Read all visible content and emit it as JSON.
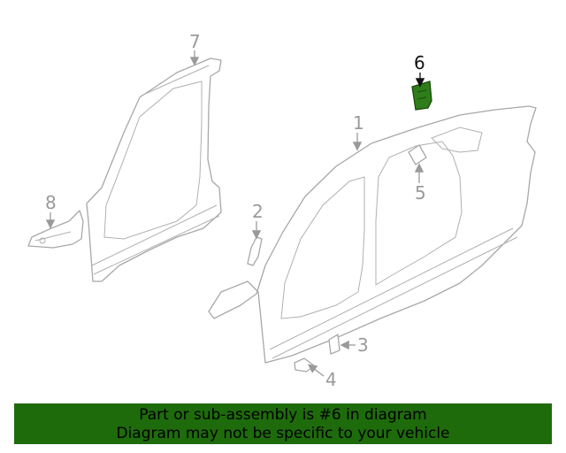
{
  "diagram": {
    "callouts": [
      {
        "num": "1",
        "highlighted": false
      },
      {
        "num": "2",
        "highlighted": false
      },
      {
        "num": "3",
        "highlighted": false
      },
      {
        "num": "4",
        "highlighted": false
      },
      {
        "num": "5",
        "highlighted": false
      },
      {
        "num": "6",
        "highlighted": true
      },
      {
        "num": "7",
        "highlighted": false
      },
      {
        "num": "8",
        "highlighted": false
      }
    ],
    "highlight_color": "#1e6b0c"
  },
  "banner": {
    "line1": "Part or sub-assembly is #6 in diagram",
    "line2": "Diagram may not be specific to your vehicle",
    "background": "#1e6b0c"
  }
}
